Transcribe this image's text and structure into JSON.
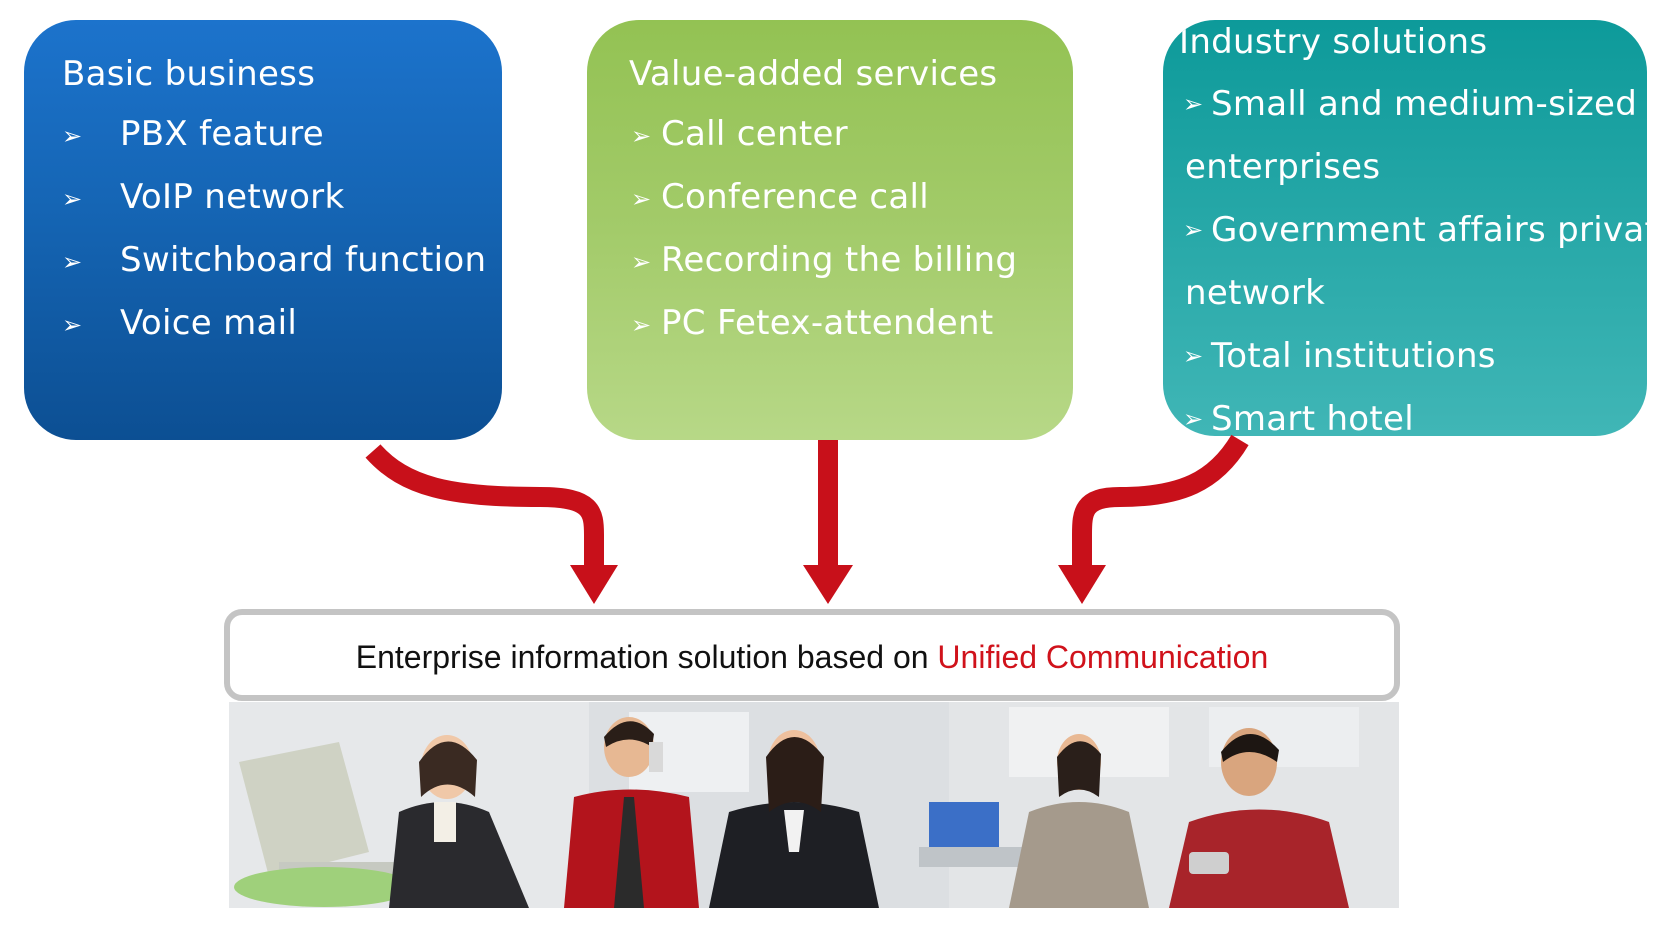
{
  "panels": {
    "basic": {
      "title": "Basic business",
      "bullet": "➢",
      "items": [
        "PBX feature",
        "VoIP network",
        "Switchboard function",
        "Voice mail"
      ],
      "color": "#1565b4"
    },
    "value_added": {
      "title": "Value-added services",
      "bullet": "➢",
      "items": [
        "Call center",
        "Conference call",
        "Recording the billing",
        "PC  Fetex-attendent"
      ],
      "color": "#9cc65e"
    },
    "industry": {
      "title": "Industry solutions",
      "bullet": "➢",
      "items": [
        {
          "line1": "Small and medium-sized",
          "line2": "enterprises"
        },
        {
          "line1": "Government affairs private",
          "line2": "network"
        },
        {
          "line1": "Total institutions",
          "line2": ""
        },
        {
          "line1": "Smart hotel",
          "line2": ""
        }
      ],
      "color": "#2aa9a9"
    }
  },
  "solution": {
    "prefix": "Enterprise information solution based on ",
    "highlight": "Unified Communication",
    "highlight_color": "#d0121b"
  },
  "arrow_color": "#c8101a"
}
